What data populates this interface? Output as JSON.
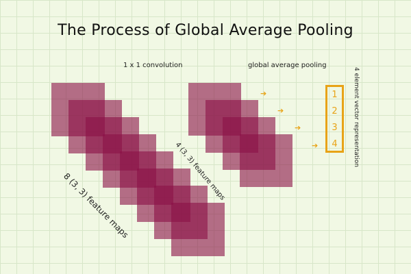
{
  "title": "The Process of Global Average Pooling",
  "labels": {
    "conv": "1 x 1 convolution",
    "gap": "global average pooling",
    "maps8": "8 (3, 3) feature maps",
    "maps4": "4 (3, 3) feature maps",
    "vector": "4 element vector representation"
  },
  "vector_items": [
    "1",
    "2",
    "3",
    "4"
  ],
  "colors": {
    "map_fill": "#8b1146",
    "vector_accent": "#e8a317"
  }
}
